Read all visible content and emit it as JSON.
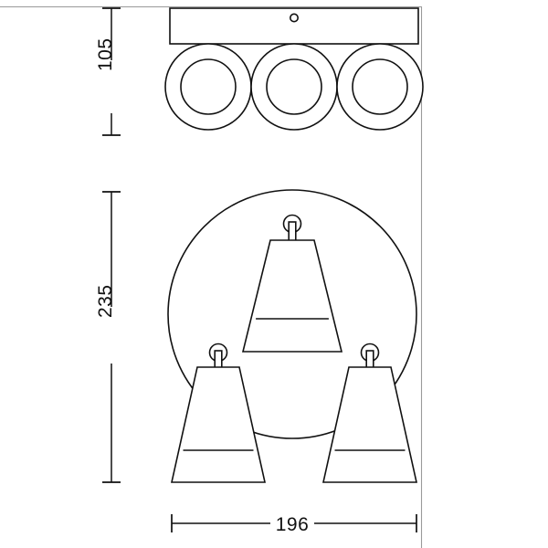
{
  "drawing": {
    "title": "Ceiling spot light – technical dimension drawing",
    "type": "orthographic-dimension-drawing",
    "units": "mm",
    "line_color": "#111111",
    "frame_color": "#9a9a9a",
    "background_color": "#ffffff"
  },
  "dimensions": {
    "height_side": {
      "value": "105",
      "label": "105",
      "orientation": "vertical",
      "applies_to": "side-view-base-and-heads"
    },
    "height_front": {
      "value": "235",
      "label": "235",
      "orientation": "vertical",
      "applies_to": "front-view-overall-height"
    },
    "width_front": {
      "value": "196",
      "label": "196",
      "orientation": "horizontal",
      "applies_to": "front-view-overall-width"
    }
  },
  "views": {
    "top": {
      "name": "side-view",
      "base_plate": {
        "label": "mounting-bar"
      },
      "mount_hole": {
        "label": "center-hole"
      },
      "heads": [
        {
          "label": "spot-head-left"
        },
        {
          "label": "spot-head-center"
        },
        {
          "label": "spot-head-right"
        }
      ]
    },
    "bottom": {
      "name": "front-view",
      "canopy": {
        "label": "round-canopy"
      },
      "cones": [
        {
          "label": "cone-shade-center"
        },
        {
          "label": "cone-shade-left"
        },
        {
          "label": "cone-shade-right"
        }
      ]
    }
  }
}
